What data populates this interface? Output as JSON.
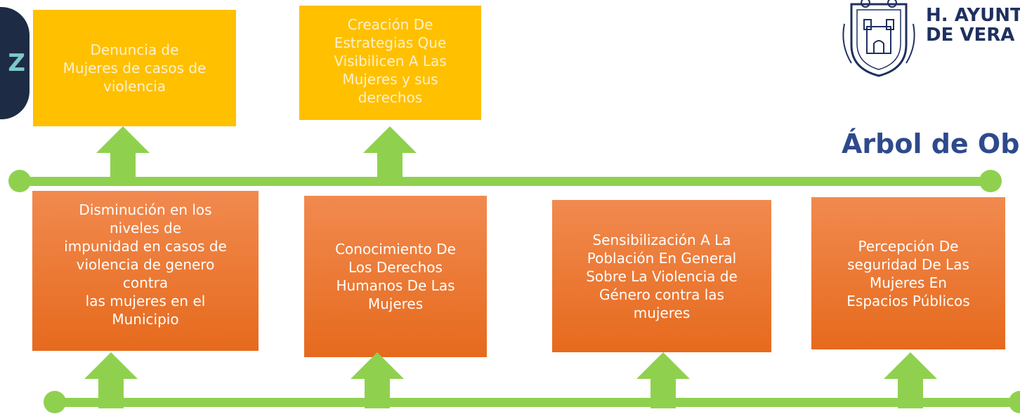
{
  "header": {
    "org_line1": "H. AYUNT",
    "org_line2": "DE VERA",
    "title": "Árbol de Ob",
    "left_logo_letter": "Z"
  },
  "colors": {
    "yellow": "#ffc000",
    "orange": "#ed7d31",
    "green": "#8fd14f",
    "navy": "#1f3060"
  },
  "top_boxes": [
    {
      "text": "Denuncia de\nMujeres de casos de\nviolencia"
    },
    {
      "text": "Creación De\nEstrategias Que\nVisibilicen A Las\nMujeres y sus\nderechos"
    }
  ],
  "middle_boxes": [
    {
      "text": "Disminución en los\nniveles de\nimpunidad en casos de\nviolencia de genero\ncontra\nlas mujeres en el\nMunicipio"
    },
    {
      "text": "Conocimiento De\nLos Derechos\nHumanos De Las\nMujeres"
    },
    {
      "text": "Sensibilización A La\nPoblación En General\nSobre La Violencia de\nGénero contra las\nmujeres"
    },
    {
      "text": "Percepción De\nseguridad De Las\nMujeres En\nEspacios Públicos"
    }
  ]
}
